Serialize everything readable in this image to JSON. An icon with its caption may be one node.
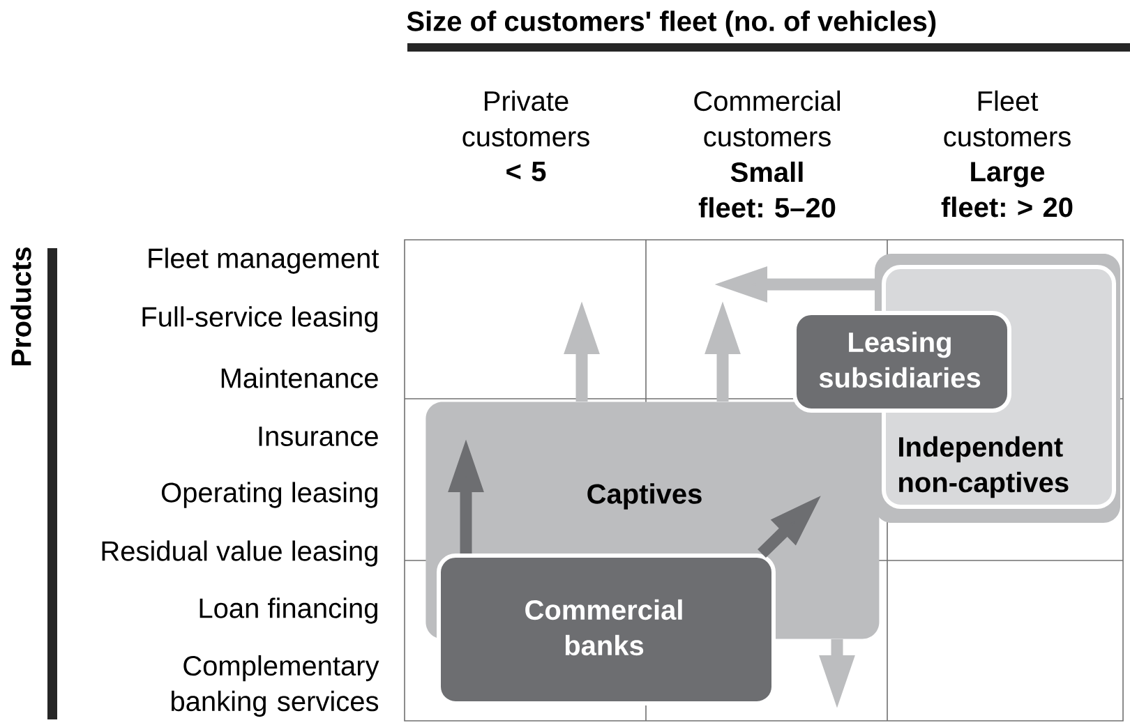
{
  "diagram": {
    "nodes": [
      {
        "text": [
          "Independent non-captives"
        ]
      },
      {
        "text": [
          "Leasing subsidiaries"
        ]
      },
      {
        "text": [
          "Captives"
        ]
      },
      {
        "text": [
          "Commercial banks"
        ]
      }
    ],
    "edges": [
      {
        "from": 0,
        "to": null,
        "arrow": "to"
      },
      {
        "from": 2,
        "to": null,
        "arrow": "to"
      },
      {
        "from": 2,
        "to": null,
        "arrow": "to"
      },
      {
        "from": 2,
        "to": null,
        "arrow": "to"
      },
      {
        "from": 3,
        "to": 2,
        "arrow": "to",
        "color": "#6d6e71"
      },
      {
        "from": 3,
        "to": 2,
        "arrow": "to",
        "color": "#6d6e71"
      }
    ],
    "labels": [
      "Size of customers' fleet (no. of vehicles)",
      "Private customers",
      "< 5",
      "Commercial customers",
      "Small fleet: 5–20",
      "Fleet customers",
      "Large fleet: > 20",
      "Products",
      "Fleet management",
      "Full-service leasing",
      "Maintenance",
      "Insurance",
      "Operating leasing",
      "Residual value leasing",
      "Loan financing",
      "Complementary banking services"
    ]
  }
}
